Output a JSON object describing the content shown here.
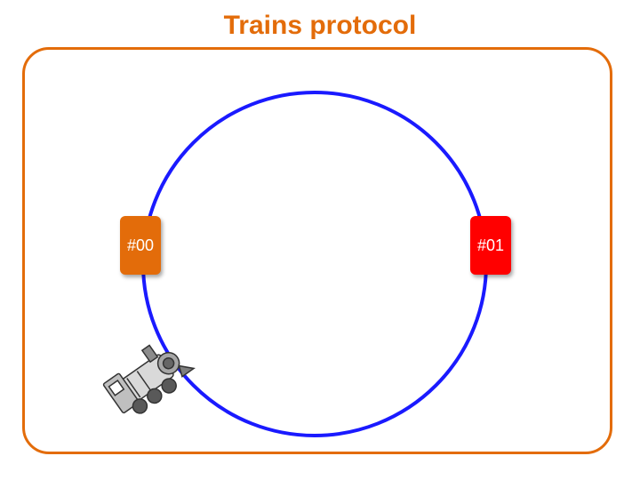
{
  "title": "Trains protocol",
  "colors": {
    "accent": "#e36c0a",
    "ring": "#1a1aff",
    "node_00": "#e36c0a",
    "node_01": "#ff0000"
  },
  "nodes": [
    {
      "label": "#00"
    },
    {
      "label": "#01"
    }
  ],
  "icons": {
    "train": "train-icon"
  }
}
